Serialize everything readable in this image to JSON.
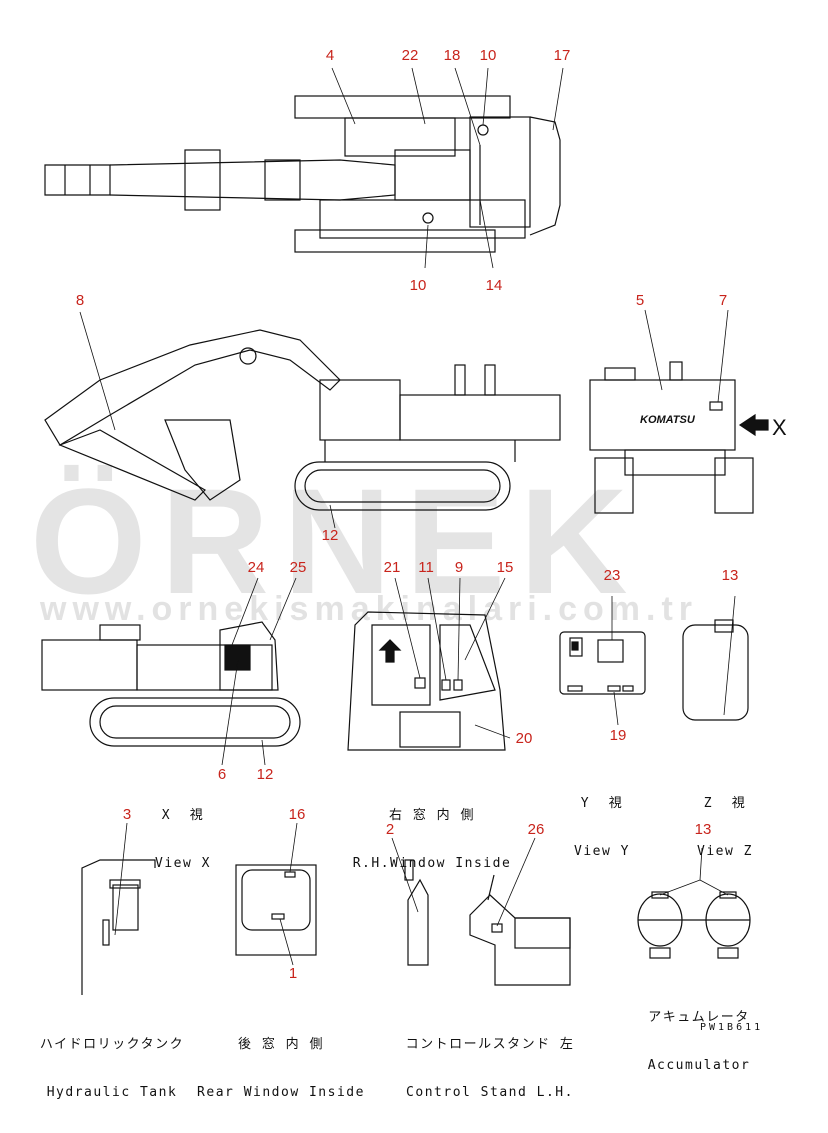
{
  "watermark": {
    "brand": "ÖRNEK",
    "url": "www.ornekismakinalari.com.tr"
  },
  "diagram_code": "PW1B611",
  "brand_plate": "KOMATSU",
  "arrow_label": "X",
  "callouts": {
    "top_view": [
      "4",
      "22",
      "18",
      "10",
      "17",
      "10",
      "14"
    ],
    "side_view": [
      "8",
      "5",
      "7",
      "12"
    ],
    "view_x": [
      "24",
      "25",
      "6",
      "12"
    ],
    "rh_window": [
      "21",
      "11",
      "9",
      "15",
      "20"
    ],
    "view_y": [
      "23",
      "19"
    ],
    "view_z": [
      "13"
    ],
    "hydraulic_tank": [
      "3"
    ],
    "rear_window": [
      "16",
      "1"
    ],
    "control_stand": [
      "2",
      "26"
    ],
    "accumulator": [
      "13"
    ]
  },
  "captions": {
    "view_x": {
      "jp": "X  視",
      "en": "View X"
    },
    "rh_window": {
      "jp": "右 窓 内 側",
      "en": "R.H.Window Inside"
    },
    "view_y": {
      "jp": "Y  視",
      "en": "View Y"
    },
    "view_z": {
      "jp": "Z  視",
      "en": "View Z"
    },
    "hydraulic_tank": {
      "jp": "ハイドロリックタンク",
      "en": "Hydraulic Tank"
    },
    "rear_window": {
      "jp": "後 窓 内 側",
      "en": "Rear Window Inside"
    },
    "control_stand": {
      "jp": "コントロールスタンド 左",
      "en": "Control Stand L.H."
    },
    "accumulator": {
      "jp": "アキュムレータ",
      "en": "Accumulator"
    }
  },
  "colors": {
    "callout": "#c8241c",
    "line": "#111111",
    "watermark": "#cfcfcf"
  }
}
